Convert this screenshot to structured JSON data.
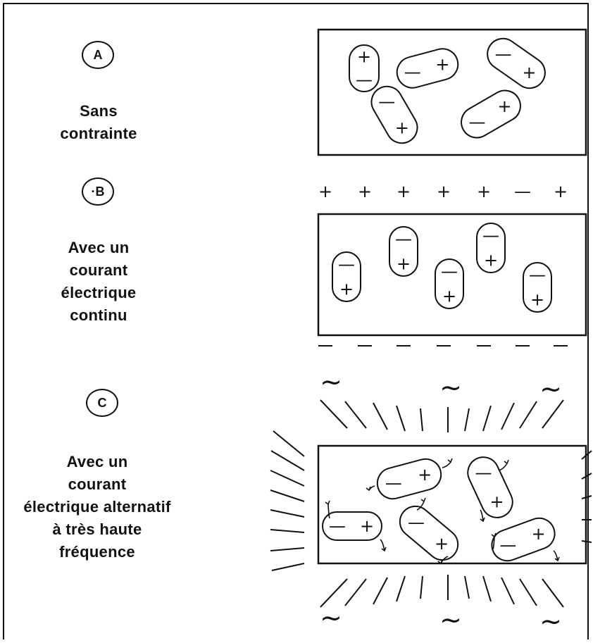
{
  "panels": [
    {
      "id": "A",
      "label": "A",
      "caption": [
        "Sans",
        "contrainte"
      ]
    },
    {
      "id": "B",
      "label": "·B",
      "caption": [
        "Avec un",
        "courant",
        "électrique",
        "continu"
      ]
    },
    {
      "id": "C",
      "label": "C",
      "caption": [
        "Avec un",
        "courant",
        "électrique alternatif",
        "à très haute",
        "fréquence"
      ]
    }
  ],
  "charges": {
    "positive": "+",
    "negative": "—",
    "alternating": "~"
  },
  "colors": {
    "ink": "#111111",
    "paper": "#ffffff"
  }
}
